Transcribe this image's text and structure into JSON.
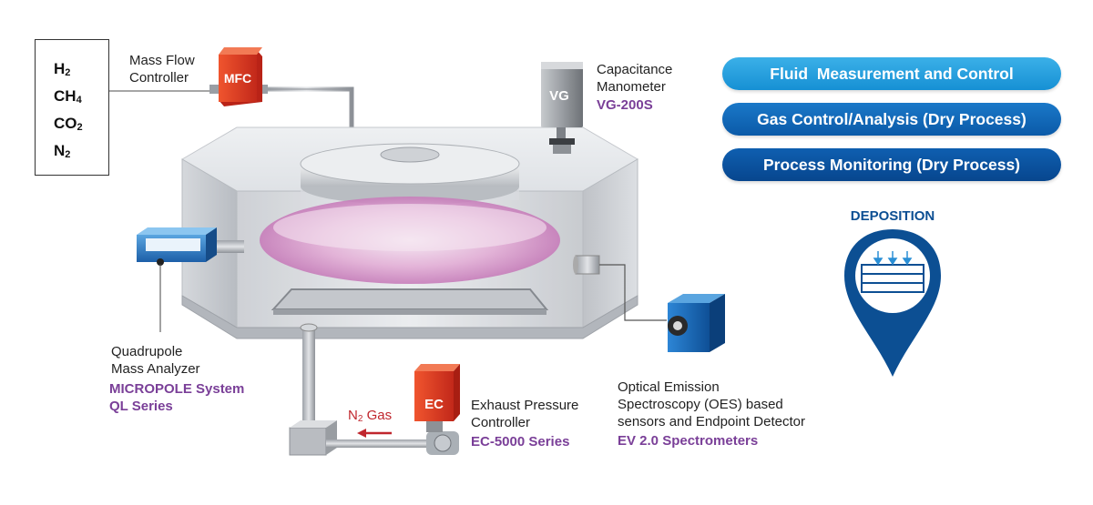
{
  "gases": [
    {
      "base": "H",
      "sub": "2"
    },
    {
      "base": "CH",
      "sub": "4"
    },
    {
      "base": "CO",
      "sub": "2"
    },
    {
      "base": "N",
      "sub": "2"
    }
  ],
  "mfc": {
    "device_label": "MFC",
    "name_line1": "Mass Flow",
    "name_line2": "Controller"
  },
  "vg": {
    "device_label": "VG",
    "name_line1": "Capacitance",
    "name_line2": "Manometer",
    "product": "VG-200S"
  },
  "qms": {
    "name_line1": "Quadrupole",
    "name_line2": "Mass Analyzer",
    "product_line1": "MICROPOLE System",
    "product_line2": "QL Series"
  },
  "ec": {
    "device_label": "EC",
    "name_line1": "Exhaust Pressure",
    "name_line2": "Controller",
    "product": "EC-5000 Series"
  },
  "n2_gas": {
    "base": "N",
    "sub": "2",
    "suffix": " Gas"
  },
  "oes": {
    "name_line1": "Optical Emission",
    "name_line2": "Spectroscopy (OES) based",
    "name_line3": "sensors and Endpoint Detector",
    "product": "EV 2.0 Spectrometers"
  },
  "categories": [
    "Fluid  Measurement and Control",
    "Gas Control/Analysis (Dry Process)",
    "Process Monitoring (Dry Process)"
  ],
  "deposition": {
    "title": "DEPOSITION"
  },
  "colors": {
    "product_text": "#7a3f98",
    "device_red": "#d8321f",
    "pill_light": "#1a9be0",
    "pill_dark": "#0b4f9a",
    "pin_blue": "#0c4f93"
  }
}
